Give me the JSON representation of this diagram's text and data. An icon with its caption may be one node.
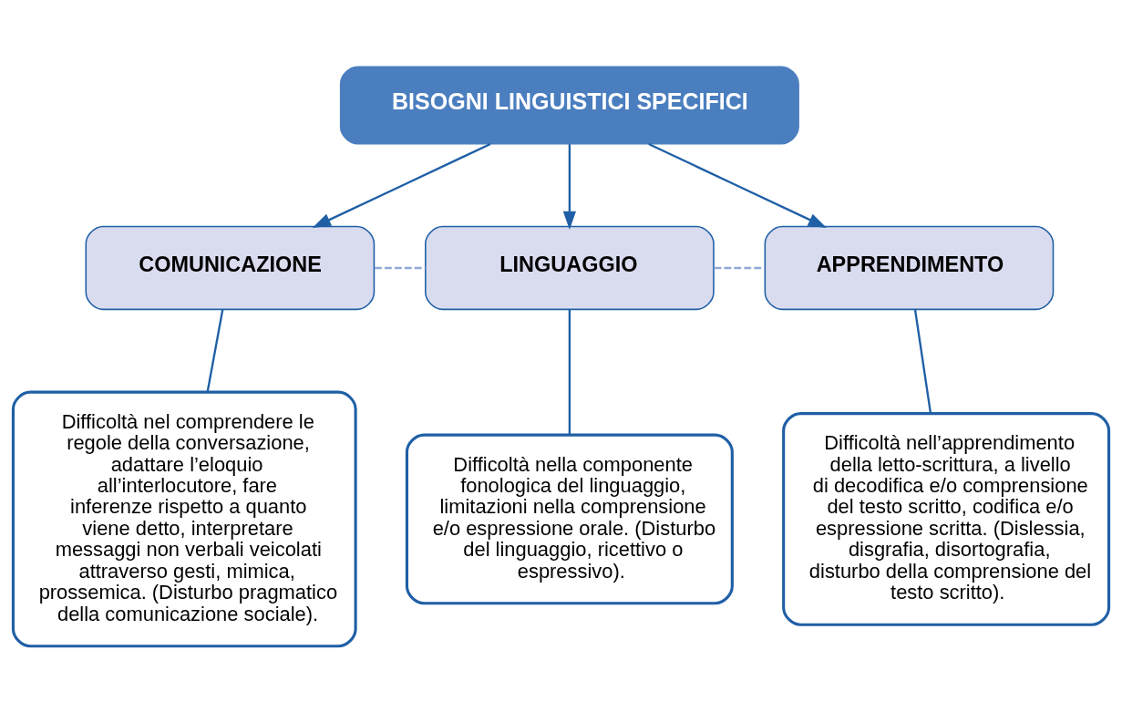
{
  "diagram": {
    "nodes": [
      {
        "text": [
          "BISOGNI LINGUISTICI SPECIFICI"
        ]
      },
      {
        "text": [
          "COMUNICAZIONE"
        ]
      },
      {
        "text": [
          "LINGUAGGIO"
        ]
      },
      {
        "text": [
          "APPRENDIMENTO"
        ]
      },
      {
        "text": [
          "Difficoltà nel comprendere le regole della conversazione, adattare l’eloquio all’interlocutore, fare inferenze rispetto a quanto viene detto, interpretare messaggi non verbali veicolati attraverso gesti, mimica, prossemica. (Disturbo pragmatico della comunicazione sociale)."
        ]
      },
      {
        "text": [
          "Difficoltà nella componente fonologica del linguaggio, limitazioni nella comprensione e/o espressione orale. (Disturbo del linguaggio, ricettivo o espressivo)."
        ]
      },
      {
        "text": [
          "Difficoltà nell’apprendimento della letto-scrittura, a livello di decodifica e/o comprensione del testo scritto, codifica e/o espressione scritta. (Dislessia, disgrafia, disortografia, disturbo della comprensione del testo scritto)."
        ]
      }
    ],
    "edges": [
      {
        "from": 0,
        "to": 1,
        "arrow": "to"
      },
      {
        "from": 0,
        "to": 2,
        "arrow": "to"
      },
      {
        "from": 0,
        "to": 3,
        "arrow": "to"
      },
      {
        "from": 1,
        "to": 2,
        "arrow": "none",
        "style": "dashed",
        "color": "#8fa8d8"
      },
      {
        "from": 2,
        "to": 3,
        "arrow": "none",
        "style": "dashed",
        "color": "#8fa8d8"
      },
      {
        "from": 1,
        "to": 4,
        "arrow": "none"
      },
      {
        "from": 2,
        "to": 5,
        "arrow": "none"
      },
      {
        "from": 3,
        "to": 6,
        "arrow": "none"
      }
    ]
  }
}
